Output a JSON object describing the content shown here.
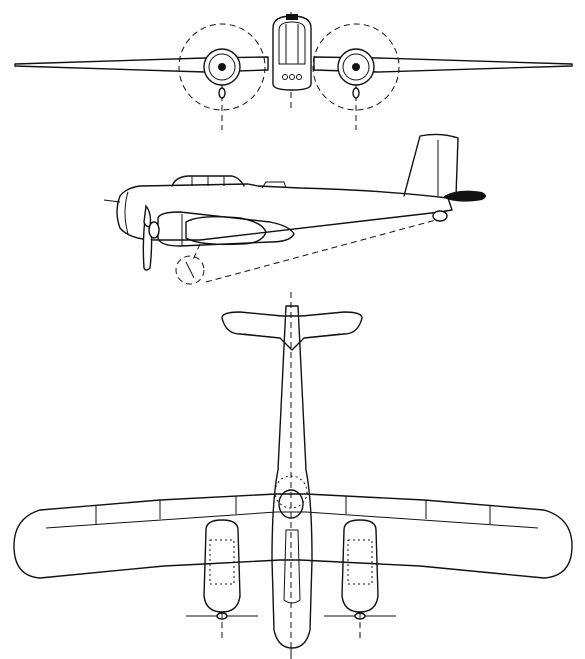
{
  "drawing": {
    "views": [
      "front",
      "side",
      "top"
    ]
  },
  "colors": {
    "line": "#111111",
    "background": "#ffffff"
  }
}
